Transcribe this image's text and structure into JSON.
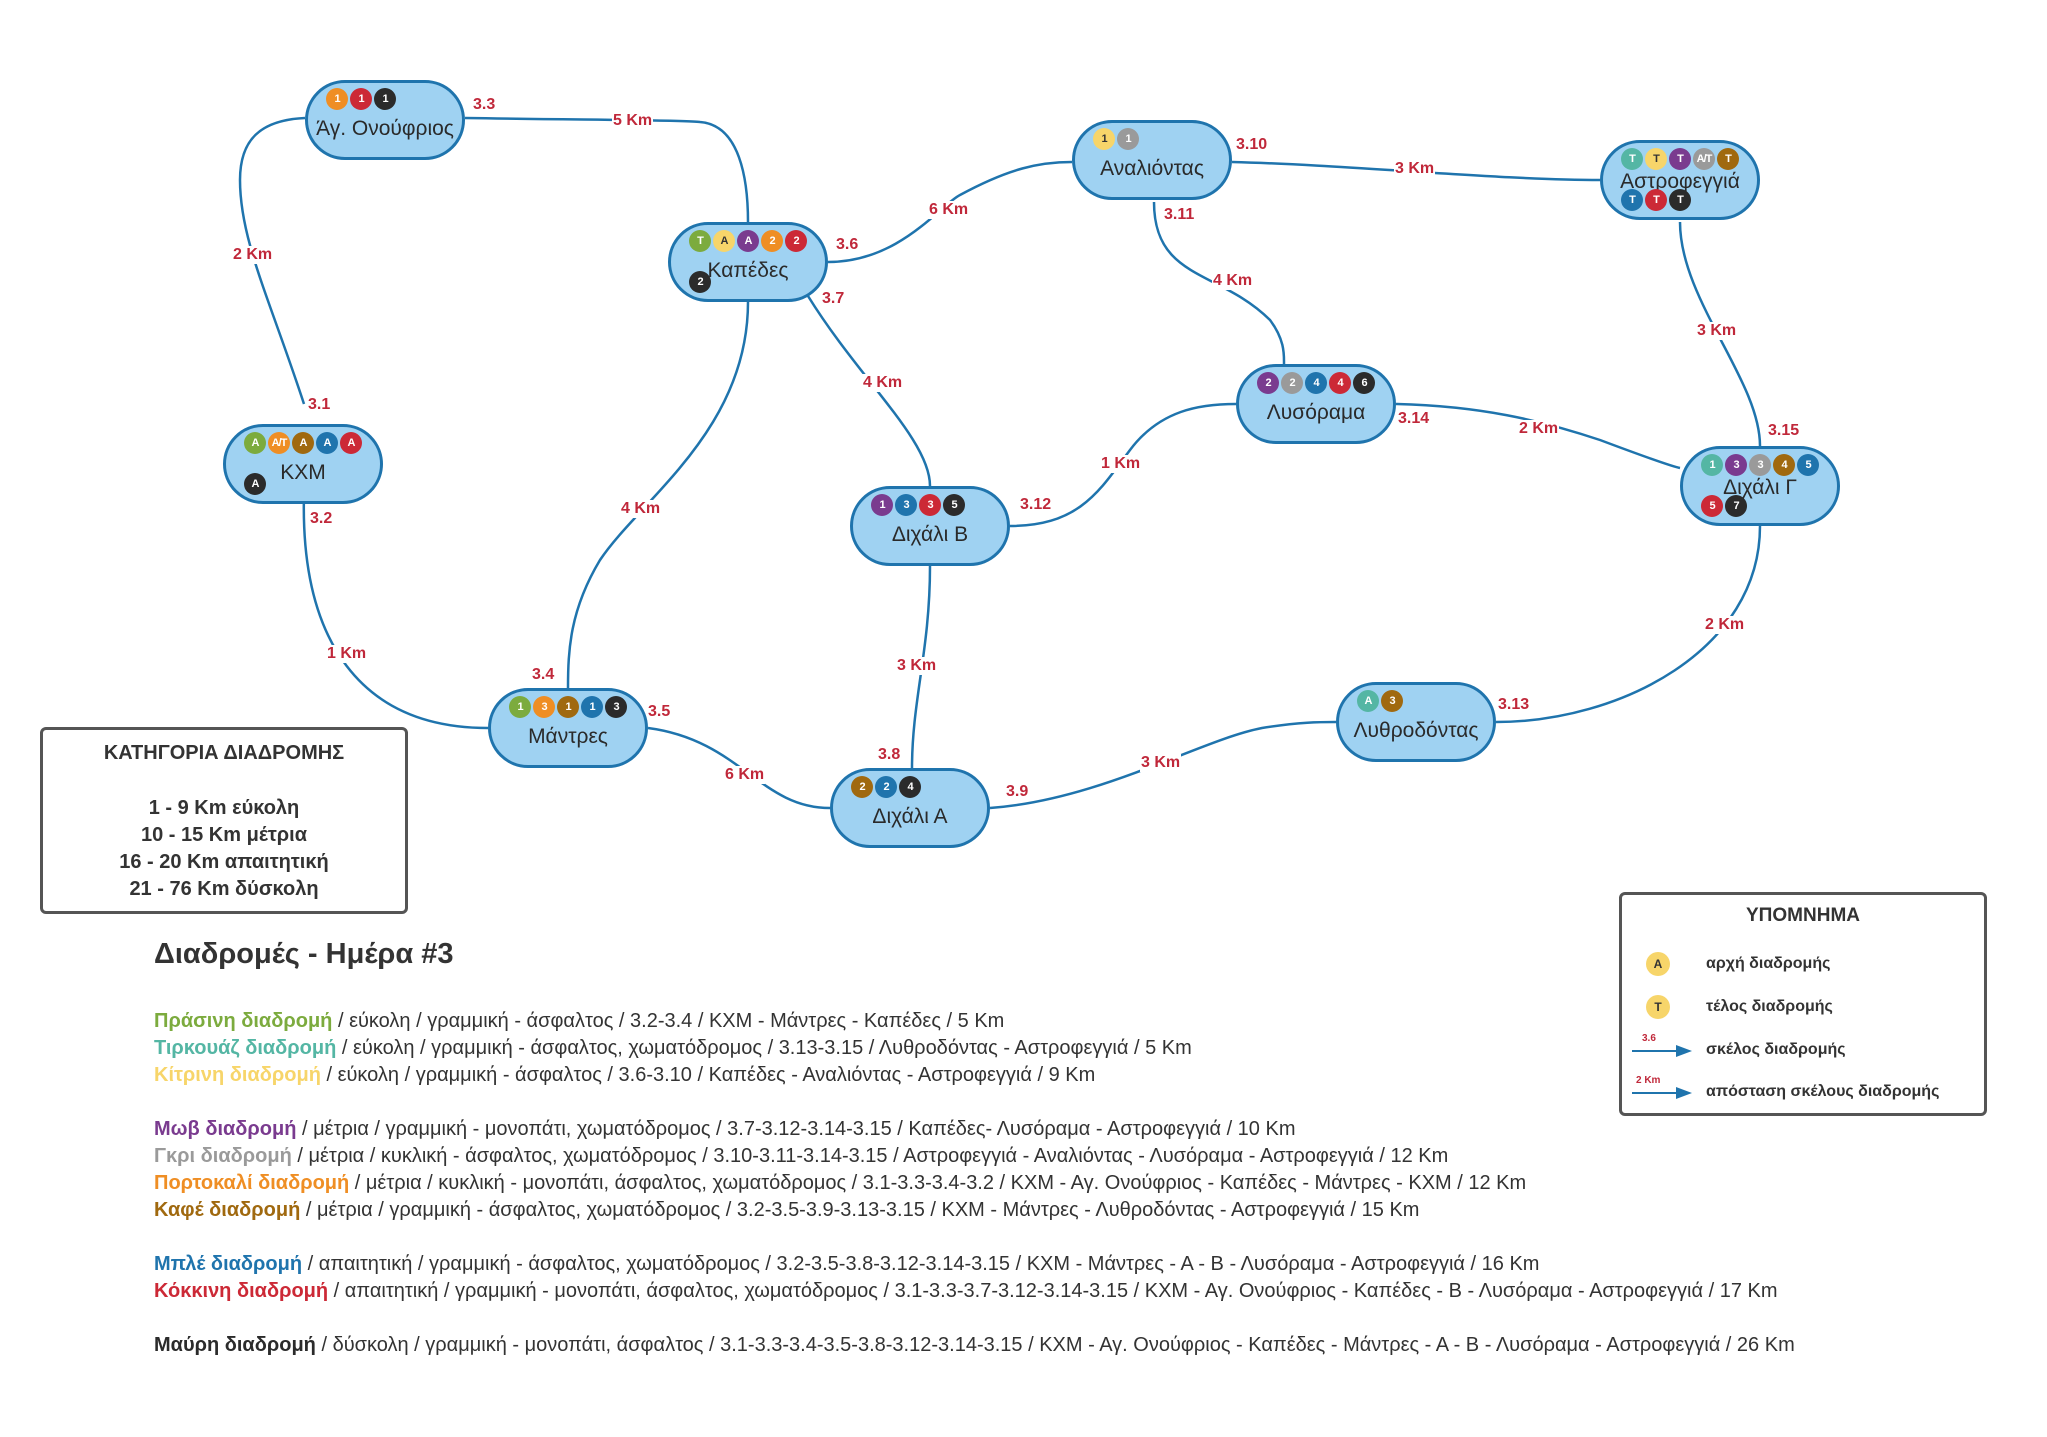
{
  "colors": {
    "green": "#7cab3e",
    "turquoise": "#54b6a4",
    "yellow": "#f7d56a",
    "purple": "#7a3b8f",
    "grey": "#9a9a9a",
    "orange": "#ef8e24",
    "brown": "#a0690f",
    "blue": "#1f74ad",
    "red": "#cc2936",
    "black": "#2b2b2b",
    "edge_line": "#1f74ad",
    "edge_label": "#c0283a",
    "node_fill": "#9fd2f2"
  },
  "nodes": [
    {
      "id": "agonoufrios",
      "name": "Άγ. Ονούφριος",
      "badges_top": [
        {
          "t": "1",
          "c": "orange"
        },
        {
          "t": "1",
          "c": "red"
        },
        {
          "t": "1",
          "c": "black"
        }
      ],
      "badges_bottom": []
    },
    {
      "id": "kapedes",
      "name": "Καπέδες",
      "badges_top": [
        {
          "t": "T",
          "c": "green"
        },
        {
          "t": "A",
          "c": "yellow"
        },
        {
          "t": "A",
          "c": "purple"
        },
        {
          "t": "2",
          "c": "orange"
        },
        {
          "t": "2",
          "c": "red"
        }
      ],
      "badges_bottom": [
        {
          "t": "2",
          "c": "black"
        }
      ]
    },
    {
      "id": "analiontas",
      "name": "Αναλιόντας",
      "badges_top": [
        {
          "t": "1",
          "c": "yellow"
        },
        {
          "t": "1",
          "c": "grey"
        }
      ],
      "badges_bottom": []
    },
    {
      "id": "astrofegia",
      "name": "Αστροφεγγιά",
      "badges_top": [
        {
          "t": "T",
          "c": "turquoise"
        },
        {
          "t": "T",
          "c": "yellow"
        },
        {
          "t": "T",
          "c": "purple"
        },
        {
          "t": "A/T",
          "c": "grey"
        },
        {
          "t": "T",
          "c": "brown"
        }
      ],
      "badges_bottom": [
        {
          "t": "T",
          "c": "blue"
        },
        {
          "t": "T",
          "c": "red"
        },
        {
          "t": "T",
          "c": "black"
        }
      ]
    },
    {
      "id": "kxm",
      "name": "ΚΧΜ",
      "badges_top": [
        {
          "t": "A",
          "c": "green"
        },
        {
          "t": "A/T",
          "c": "orange"
        },
        {
          "t": "A",
          "c": "brown"
        },
        {
          "t": "A",
          "c": "blue"
        },
        {
          "t": "A",
          "c": "red"
        }
      ],
      "badges_bottom": [
        {
          "t": "A",
          "c": "black"
        }
      ]
    },
    {
      "id": "lysorama",
      "name": "Λυσόραμα",
      "badges_top": [
        {
          "t": "2",
          "c": "purple"
        },
        {
          "t": "2",
          "c": "grey"
        },
        {
          "t": "4",
          "c": "blue"
        },
        {
          "t": "4",
          "c": "red"
        },
        {
          "t": "6",
          "c": "black"
        }
      ],
      "badges_bottom": []
    },
    {
      "id": "dixaliG",
      "name": "Διχάλι Γ",
      "badges_top": [
        {
          "t": "1",
          "c": "turquoise"
        },
        {
          "t": "3",
          "c": "purple"
        },
        {
          "t": "3",
          "c": "grey"
        },
        {
          "t": "4",
          "c": "brown"
        },
        {
          "t": "5",
          "c": "blue"
        }
      ],
      "badges_bottom": [
        {
          "t": "5",
          "c": "red"
        },
        {
          "t": "7",
          "c": "black"
        }
      ]
    },
    {
      "id": "dixaliB",
      "name": "Διχάλι Β",
      "badges_top": [
        {
          "t": "1",
          "c": "purple"
        },
        {
          "t": "3",
          "c": "blue"
        },
        {
          "t": "3",
          "c": "red"
        },
        {
          "t": "5",
          "c": "black"
        }
      ],
      "badges_bottom": []
    },
    {
      "id": "mantres",
      "name": "Μάντρες",
      "badges_top": [
        {
          "t": "1",
          "c": "green"
        },
        {
          "t": "3",
          "c": "orange"
        },
        {
          "t": "1",
          "c": "brown"
        },
        {
          "t": "1",
          "c": "blue"
        },
        {
          "t": "3",
          "c": "black"
        }
      ],
      "badges_bottom": []
    },
    {
      "id": "dixaliA",
      "name": "Διχάλι Α",
      "badges_top": [
        {
          "t": "2",
          "c": "brown"
        },
        {
          "t": "2",
          "c": "blue"
        },
        {
          "t": "4",
          "c": "black"
        }
      ],
      "badges_bottom": []
    },
    {
      "id": "lythrodontas",
      "name": "Λυθροδόντας",
      "badges_top": [
        {
          "t": "A",
          "c": "turquoise"
        },
        {
          "t": "3",
          "c": "brown"
        }
      ],
      "badges_bottom": []
    }
  ],
  "edges": [
    {
      "from": "kxm",
      "to": "agonoufrios",
      "km": "2 Km",
      "leg": "3.1"
    },
    {
      "from": "kxm",
      "to": "mantres",
      "km": "1 Km",
      "leg": "3.2"
    },
    {
      "from": "agonoufrios",
      "to": "kapedes",
      "km": "5 Km",
      "leg": "3.3"
    },
    {
      "from": "mantres",
      "to": "kapedes",
      "km": "4 Km",
      "leg": "3.4"
    },
    {
      "from": "mantres",
      "to": "dixaliA",
      "km": "6 Km",
      "leg": "3.5"
    },
    {
      "from": "kapedes",
      "to": "analiontas",
      "km": "6 Km",
      "leg": "3.6"
    },
    {
      "from": "kapedes",
      "to": "dixaliB",
      "km": "4 Km",
      "leg": "3.7"
    },
    {
      "from": "dixaliA",
      "to": "dixaliB",
      "km": "3 Km",
      "leg": "3.8"
    },
    {
      "from": "dixaliA",
      "to": "lythrodontas",
      "km": "3 Km",
      "leg": "3.9"
    },
    {
      "from": "analiontas",
      "to": "astrofegia",
      "km": "3 Km",
      "leg": "3.10"
    },
    {
      "from": "analiontas",
      "to": "lysorama",
      "km": "4 Km",
      "leg": "3.11"
    },
    {
      "from": "dixaliB",
      "to": "lysorama",
      "km": "1 Km",
      "leg": "3.12"
    },
    {
      "from": "lythrodontas",
      "to": "dixaliG",
      "km": "2 Km",
      "leg": "3.13"
    },
    {
      "from": "lysorama",
      "to": "dixaliG",
      "km": "2 Km",
      "leg": "3.14"
    },
    {
      "from": "dixaliG",
      "to": "astrofegia",
      "km": "3 Km",
      "leg": "3.15"
    }
  ],
  "category_box": {
    "title": "ΚΑΤΗΓΟΡΙΑ ΔΙΑΔΡΟΜΗΣ",
    "lines": [
      "1 - 9 Km εύκολη",
      "10 - 15 Km μέτρια",
      "16 - 20 Km απαιτητική",
      "21 - 76 Km δύσκολη"
    ]
  },
  "legend": {
    "title": "ΥΠΟΜΝΗΜΑ",
    "start_symbol": "A",
    "start_label": "αρχή διαδρομής",
    "end_symbol": "T",
    "end_label": "τέλος διαδρομής",
    "leg_example": "3.6",
    "leg_label": "σκέλος διαδρομής",
    "distance_example": "2 Km",
    "distance_label": "απόσταση σκέλους διαδρομής"
  },
  "title": "Διαδρομές - Ημέρα #3",
  "route_groups": [
    [
      {
        "name": "Πράσινη διαδρομή",
        "color": "green",
        "desc": " / εύκολη / γραμμική - άσφαλτος / 3.2-3.4 / ΚΧΜ - Μάντρες - Καπέδες / 5 Km"
      },
      {
        "name": "Τιρκουάζ διαδρομή",
        "color": "turquoise",
        "desc": " / εύκολη / γραμμική - άσφαλτος, χωματόδρομος / 3.13-3.15 / Λυθροδόντας - Αστροφεγγιά / 5 Km"
      },
      {
        "name": "Κίτρινη διαδρομή",
        "color": "yellow",
        "desc": " / εύκολη / γραμμική - άσφαλτος / 3.6-3.10 / Καπέδες - Αναλιόντας - Αστροφεγγιά / 9 Km"
      }
    ],
    [
      {
        "name": "Μωβ διαδρομή",
        "color": "purple",
        "desc": " / μέτρια / γραμμική - μονοπάτι, χωματόδρομος / 3.7-3.12-3.14-3.15 / Καπέδες- Λυσόραμα - Αστροφεγγιά / 10 Km"
      },
      {
        "name": "Γκρι διαδρομή",
        "color": "grey",
        "desc": " / μέτρια / κυκλική - άσφαλτος, χωματόδρομος / 3.10-3.11-3.14-3.15 / Αστροφεγγιά - Αναλιόντας - Λυσόραμα - Αστροφεγγιά / 12 Km"
      },
      {
        "name": "Πορτοκαλί διαδρομή",
        "color": "orange",
        "desc": " / μέτρια / κυκλική - μονοπάτι, άσφαλτος, χωματόδρομος / 3.1-3.3-3.4-3.2 / ΚΧΜ - Αγ. Ονούφριος - Καπέδες - Μάντρες - ΚΧΜ / 12 Km"
      },
      {
        "name": "Καφέ διαδρομή",
        "color": "brown",
        "desc": " / μέτρια / γραμμική - άσφαλτος, χωματόδρομος / 3.2-3.5-3.9-3.13-3.15 / ΚΧΜ - Μάντρες - Λυθροδόντας - Αστροφεγγιά / 15 Km"
      }
    ],
    [
      {
        "name": "Μπλέ διαδρομή",
        "color": "blue",
        "desc": " / απαιτητική / γραμμική - άσφαλτος, χωματόδρομος / 3.2-3.5-3.8-3.12-3.14-3.15 / ΚΧΜ - Μάντρες - Α - Β - Λυσόραμα - Αστροφεγγιά / 16 Km"
      },
      {
        "name": "Κόκκινη διαδρομή",
        "color": "red",
        "desc": " / απαιτητική / γραμμική - μονοπάτι, άσφαλτος, χωματόδρομος  / 3.1-3.3-3.7-3.12-3.14-3.15 / ΚΧΜ - Αγ. Ονούφριος - Καπέδες - Β - Λυσόραμα - Αστροφεγγιά / 17 Km"
      }
    ],
    [
      {
        "name": "Μαύρη διαδρομή",
        "color": "black",
        "desc": " / δύσκολη / γραμμική - μονοπάτι, άσφαλτος / 3.1-3.3-3.4-3.5-3.8-3.12-3.14-3.15 / ΚΧΜ - Αγ. Ονούφριος - Καπέδες - Μάντρες - Α - Β - Λυσόραμα - Αστροφεγγιά / 26 Km"
      }
    ]
  ]
}
